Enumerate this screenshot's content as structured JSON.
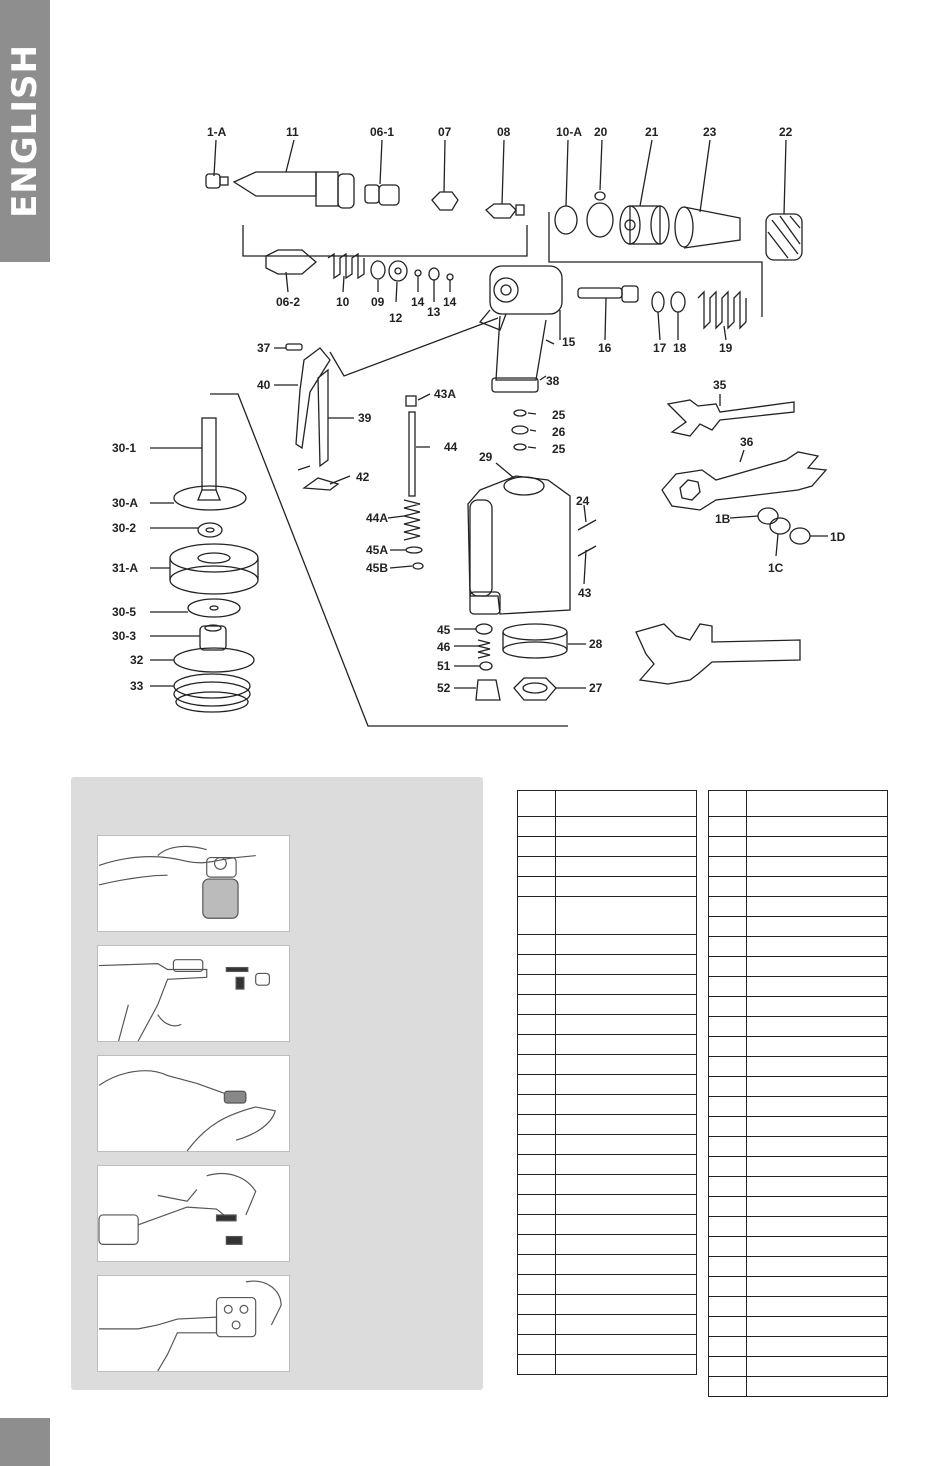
{
  "side_tab": {
    "label": "ENGLISH"
  },
  "callouts": [
    {
      "id": "c1a",
      "text": "1-A"
    },
    {
      "id": "c11",
      "text": "11"
    },
    {
      "id": "c061",
      "text": "06-1"
    },
    {
      "id": "c07",
      "text": "07"
    },
    {
      "id": "c08",
      "text": "08"
    },
    {
      "id": "c10a",
      "text": "10-A"
    },
    {
      "id": "c20",
      "text": "20"
    },
    {
      "id": "c21",
      "text": "21"
    },
    {
      "id": "c23",
      "text": "23"
    },
    {
      "id": "c22",
      "text": "22"
    },
    {
      "id": "c062",
      "text": "06-2"
    },
    {
      "id": "c10",
      "text": "10"
    },
    {
      "id": "c09",
      "text": "09"
    },
    {
      "id": "c12",
      "text": "12"
    },
    {
      "id": "c14a",
      "text": "14"
    },
    {
      "id": "c13",
      "text": "13"
    },
    {
      "id": "c14b",
      "text": "14"
    },
    {
      "id": "c15",
      "text": "15"
    },
    {
      "id": "c16",
      "text": "16"
    },
    {
      "id": "c17",
      "text": "17"
    },
    {
      "id": "c18",
      "text": "18"
    },
    {
      "id": "c19",
      "text": "19"
    },
    {
      "id": "c37",
      "text": "37"
    },
    {
      "id": "c40",
      "text": "40"
    },
    {
      "id": "c38",
      "text": "38"
    },
    {
      "id": "c43a",
      "text": "43A"
    },
    {
      "id": "c39",
      "text": "39"
    },
    {
      "id": "c44",
      "text": "44"
    },
    {
      "id": "c301",
      "text": "30-1"
    },
    {
      "id": "c25a",
      "text": "25"
    },
    {
      "id": "c26",
      "text": "26"
    },
    {
      "id": "c25b",
      "text": "25"
    },
    {
      "id": "c29",
      "text": "29"
    },
    {
      "id": "c35",
      "text": "35"
    },
    {
      "id": "c36",
      "text": "36"
    },
    {
      "id": "c42",
      "text": "42"
    },
    {
      "id": "c30a",
      "text": "30-A"
    },
    {
      "id": "c24",
      "text": "24"
    },
    {
      "id": "c44a",
      "text": "44A"
    },
    {
      "id": "c302",
      "text": "30-2"
    },
    {
      "id": "c1b",
      "text": "1B"
    },
    {
      "id": "c1d",
      "text": "1D"
    },
    {
      "id": "c45a",
      "text": "45A"
    },
    {
      "id": "c45b",
      "text": "45B"
    },
    {
      "id": "c31a",
      "text": "31-A"
    },
    {
      "id": "c1c",
      "text": "1C"
    },
    {
      "id": "c43",
      "text": "43"
    },
    {
      "id": "c305",
      "text": "30-5"
    },
    {
      "id": "c45",
      "text": "45"
    },
    {
      "id": "c303",
      "text": "30-3"
    },
    {
      "id": "c28",
      "text": "28"
    },
    {
      "id": "c46",
      "text": "46"
    },
    {
      "id": "c32",
      "text": "32"
    },
    {
      "id": "c51",
      "text": "51"
    },
    {
      "id": "c33",
      "text": "33"
    },
    {
      "id": "c52",
      "text": "52"
    },
    {
      "id": "c27",
      "text": "27"
    }
  ],
  "instruction_photos": [
    {
      "icon": "tool-on-stand-photo"
    },
    {
      "icon": "disassembled-nosepiece-photo"
    },
    {
      "icon": "hand-held-jaw-photo"
    },
    {
      "icon": "wrench-removal-photo"
    },
    {
      "icon": "wrench-tightening-photo"
    }
  ],
  "tables": {
    "left": {
      "row_heights": [
        26,
        20,
        20,
        20,
        20,
        38,
        20,
        20,
        20,
        20,
        20,
        20,
        20,
        20,
        20,
        20,
        20,
        20,
        20,
        20,
        20,
        20,
        20,
        20,
        20,
        20,
        20,
        20
      ]
    },
    "right": {
      "row_heights": [
        26,
        20,
        20,
        20,
        20,
        20,
        20,
        20,
        20,
        20,
        20,
        20,
        20,
        20,
        20,
        20,
        20,
        20,
        20,
        20,
        20,
        20,
        20,
        20,
        20,
        20,
        20,
        20,
        20,
        20
      ]
    }
  },
  "colors": {
    "tab_gray": "#8e8e8e",
    "panel_gray": "#dcdcdc",
    "line": "#222222"
  }
}
